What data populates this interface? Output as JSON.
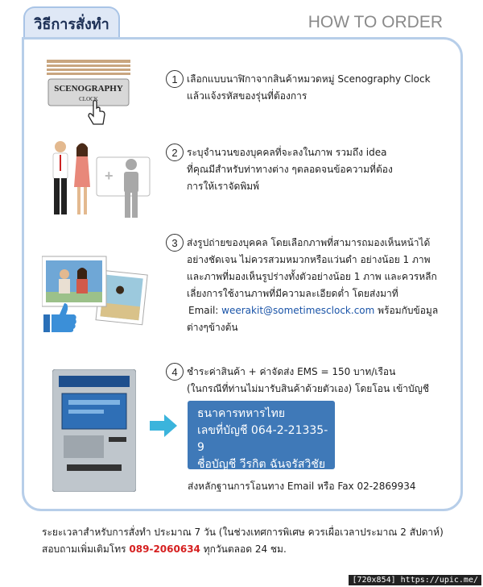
{
  "header": {
    "tab_title": "วิธีการสั่งทำ",
    "heading": "HOW TO ORDER"
  },
  "steps": [
    {
      "number": "1",
      "lines": [
        "เลือกแบบนาฬิกาจากสินค้าหมวดหมู่ Scenography Clock",
        "แล้วแจ้งรหัสของรุ่นที่ต้องการ"
      ],
      "sign_top": "SCENOGRAPHY",
      "sign_bottom": "CLOCK"
    },
    {
      "number": "2",
      "lines": [
        "ระบุจำนวนของบุคคลที่จะลงในภาพ รวมถึง idea",
        "ที่คุณมีสำหรับท่าทางต่าง ๆตลอดจนข้อความที่ต้อง",
        "การให้เราจัดพิมพ์"
      ]
    },
    {
      "number": "3",
      "lines": [
        "ส่งรูปถ่ายของบุคคล โดยเลือกภาพที่สามารถมองเห็นหน้าได้",
        "อย่างชัดเจน ไม่ควรสวมหมวกหรือแว่นดำ อย่างน้อย 1 ภาพ",
        "และภาพที่มองเห็นรูปร่างทั้งตัวอย่างน้อย 1 ภาพ และควรหลีก",
        "เลี่ยงการใช้งานภาพที่มีความละเอียดต่ำ โดยส่งมาที่"
      ],
      "email_label": "Email:",
      "email": "weerakit@sometimesclock.com",
      "email_suffix": "พร้อมกับข้อมูล",
      "last_line": "ต่างๆข้างต้น"
    },
    {
      "number": "4",
      "lines": [
        "ชำระค่าสินค้า + ค่าจัดส่ง EMS = 150 บาท/เรือน",
        "(ในกรณีที่ท่านไม่มารับสินค้าด้วยตัวเอง) โดยโอน เข้าบัญชี"
      ]
    }
  ],
  "bank": {
    "name": "ธนาคารทหารไทย",
    "account_no": "เลขที่บัญชี 064-2-21335-9",
    "account_name": "ชื่อบัญชี วีรกิต ฉันจรัสวิชัย"
  },
  "proof": "ส่งหลักฐานการโอนทาง Email หรือ Fax 02-2869934",
  "footer": {
    "line1": "ระยะเวลาสำหรับการสั่งทำ ประมาณ 7 วัน (ในช่วงเทศการพิเศษ ควรเผื่อเวลาประมาณ 2 สัปดาห์)",
    "line2_prefix": "สอบถามเพิ่มเติมโทร",
    "phone": "089-2060634",
    "line2_suffix": "ทุกวันตลอด 24 ชม."
  },
  "watermark": "[720x854] https://upic.me/",
  "colors": {
    "accent": "#b7cee9",
    "bank_box": "#3f79b8",
    "arrow": "#3bb4dc",
    "phone": "#d62020"
  }
}
